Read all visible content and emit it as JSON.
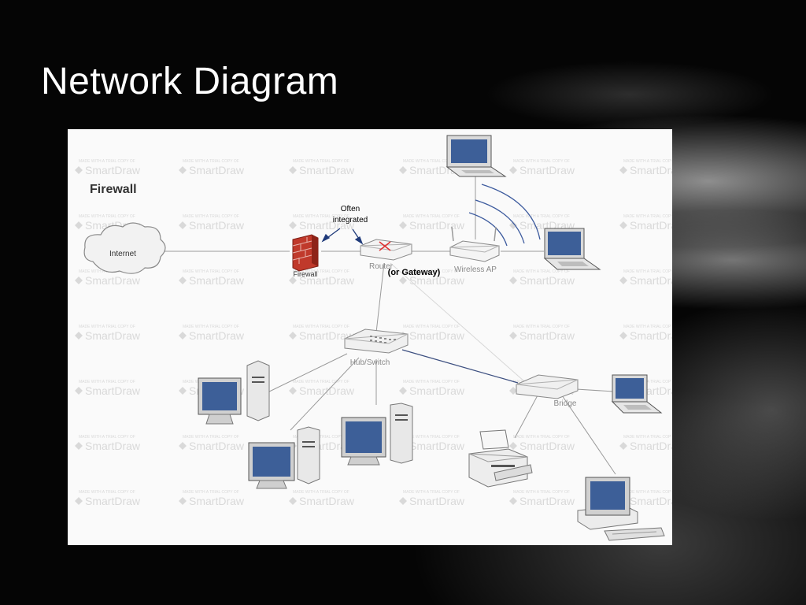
{
  "slide": {
    "title": "Network Diagram"
  },
  "diagram": {
    "heading": "Firewall",
    "watermark": {
      "small": "MADE WITH A TRIAL COPY OF",
      "brand": "SmartDraw"
    },
    "nodes": {
      "internet": "Internet",
      "firewall": "Firewall",
      "router": "Router",
      "wireless_ap": "Wireless AP",
      "hub_switch": "Hub/Switch",
      "bridge": "Bridge"
    },
    "annotations": {
      "often_line1": "Often",
      "often_line2": "integrated",
      "gateway": "(or Gateway)"
    }
  }
}
